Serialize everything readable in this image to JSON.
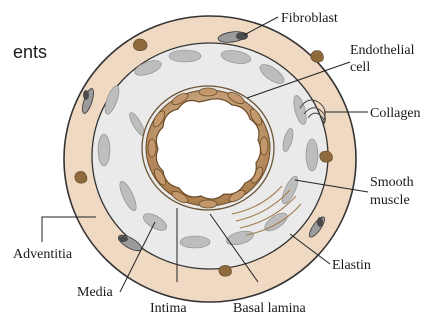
{
  "fragment_text": "ents",
  "labels": {
    "fibroblast": "Fibroblast",
    "endothelial_line1": "Endothelial",
    "endothelial_line2": "cell",
    "collagen": "Collagen",
    "smooth_line1": "Smooth",
    "smooth_line2": "muscle",
    "elastin": "Elastin",
    "adventitia": "Adventitia",
    "media": "Media",
    "intima": "Intima",
    "basal_lamina": "Basal lamina"
  },
  "colors": {
    "adventitia": "#efd9c2",
    "media": "#eaeaea",
    "media_cells": "#bdbdbd",
    "endothelial": "#c2986c",
    "lumen": "#ffffff",
    "fibroblast": "#8a8a8a",
    "adventitia_cell": "#8e6a3c",
    "outline": "#333333"
  }
}
